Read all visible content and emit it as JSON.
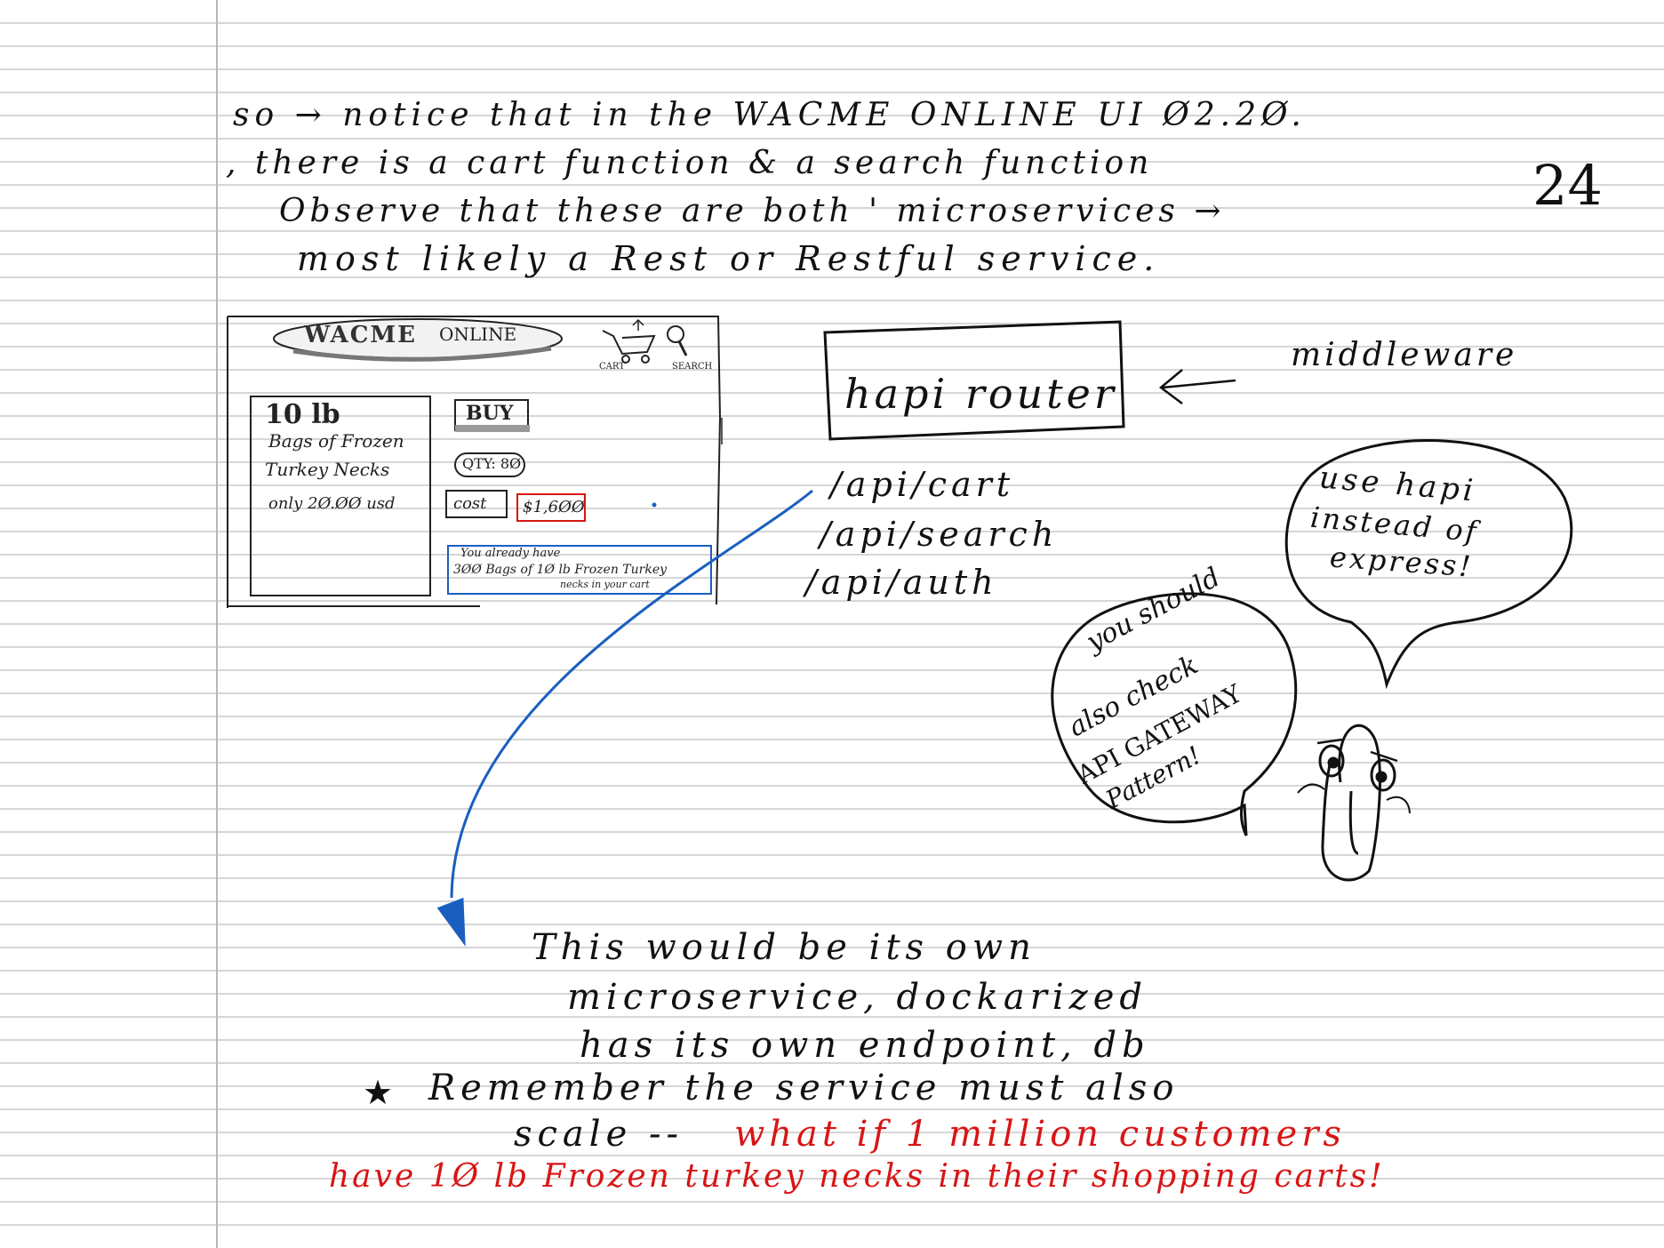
{
  "colors": {
    "ink": "#111111",
    "accent_red": "#d81515",
    "accent_blue": "#1a5fc0",
    "rule": "#c9c9c9",
    "margin": "#b8b8b8"
  },
  "notes": {
    "line1": "so → notice that in the WACME ONLINE UI Ø2.2Ø.",
    "line2": ", there is a cart function & a search function",
    "page_number": "24",
    "line3": "Observe that these are both ' microservices →",
    "line4": "most likely a Rest or Restful service."
  },
  "mockup": {
    "logo_main": "WACME",
    "logo_sub": "ONLINE",
    "cart_label": "CART",
    "search_label": "SEARCH",
    "product_size": "10 lb",
    "product_name_1": "Bags of Frozen",
    "product_name_2": "Turkey Necks",
    "price_text": "only 2Ø.ØØ usd",
    "buy_label": "BUY",
    "qty_label": "QTY: 8Ø",
    "cost_label": "cost",
    "cost_value": "$1,6ØØ",
    "notice_line1": "You already have",
    "notice_line2": "3ØØ Bags of 1Ø lb Frozen Turkey",
    "notice_line3": "necks in your cart"
  },
  "router": {
    "label": "hapi router",
    "arrow_label": "middleware",
    "routes": [
      "/api/cart",
      "/api/search",
      "/api/auth"
    ]
  },
  "bubbles": {
    "hapi_advice": [
      "use hapi",
      "instead of",
      "express!"
    ],
    "gateway_advice": [
      "you should",
      "also check",
      "API GATEWAY",
      "Pattern!"
    ],
    "mascot": "paperclip-assistant"
  },
  "microservice_note": {
    "line1": "This would be its own",
    "line2": "microservice, dockarized",
    "line3": "has its own endpoint, db",
    "line4_star": "★",
    "line4": "Remember the service must also",
    "line5": "scale --",
    "line5_red": "what if 1 million customers",
    "line6_red": "have 1Ø lb Frozen turkey necks in their shopping carts!"
  }
}
